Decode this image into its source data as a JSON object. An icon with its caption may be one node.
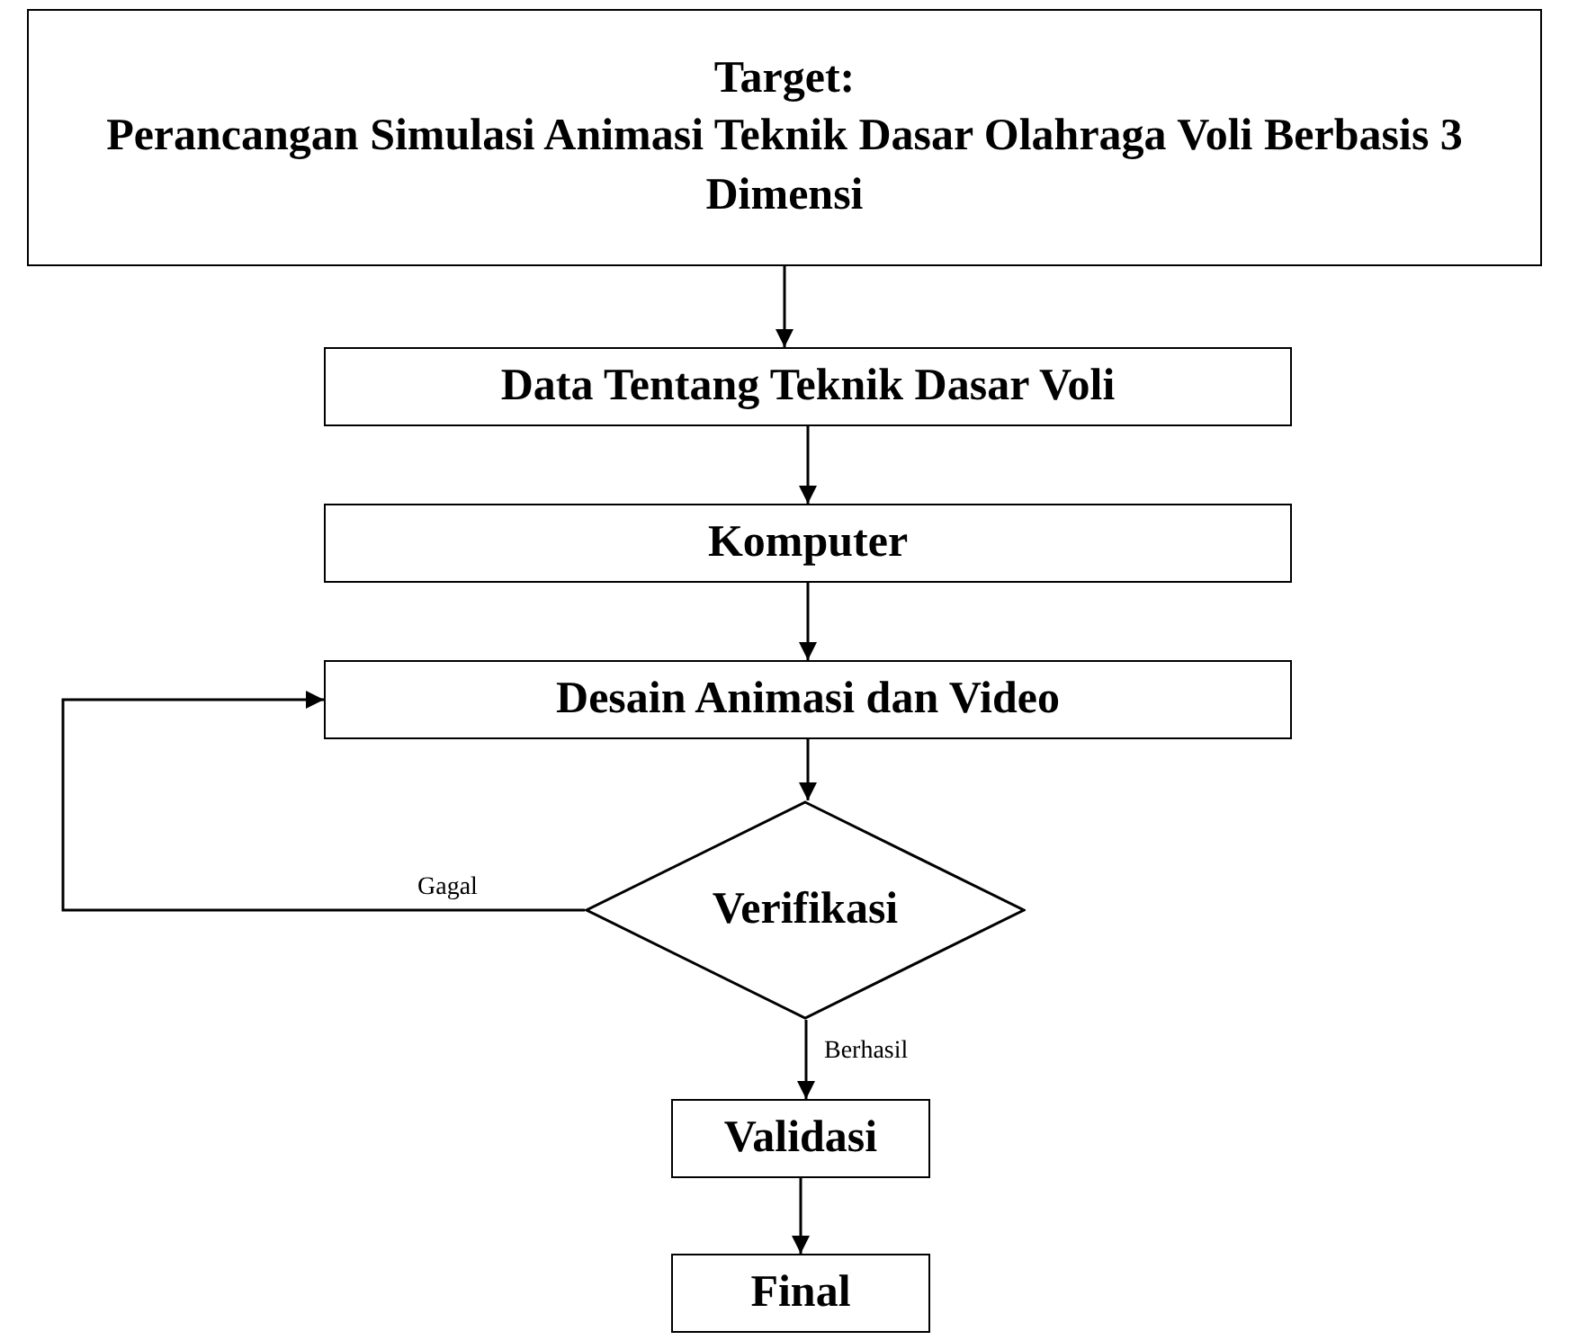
{
  "diagram": {
    "nodes": [
      {
        "text": [
          "Target:",
          "Perancangan Simulasi Animasi Teknik Dasar Olahraga Voli Berbasis 3 Dimensi"
        ]
      },
      {
        "text": [
          "Data Tentang Teknik Dasar Voli"
        ]
      },
      {
        "text": [
          "Komputer"
        ]
      },
      {
        "text": [
          "Desain Animasi dan Video"
        ]
      },
      {
        "text": [
          "Verifikasi"
        ]
      },
      {
        "text": [
          "Validasi"
        ]
      },
      {
        "text": [
          "Final"
        ]
      }
    ],
    "edges": [
      {
        "from": 0,
        "to": 1,
        "arrow": "to"
      },
      {
        "from": 1,
        "to": 2,
        "arrow": "to"
      },
      {
        "from": 2,
        "to": 3,
        "arrow": "to"
      },
      {
        "from": 3,
        "to": 4,
        "arrow": "to"
      },
      {
        "from": 4,
        "to": 3,
        "arrow": "to",
        "label": "Gagal"
      },
      {
        "from": 4,
        "to": 5,
        "arrow": "to",
        "label": "Berhasil"
      },
      {
        "from": 5,
        "to": 6,
        "arrow": "to"
      }
    ]
  }
}
